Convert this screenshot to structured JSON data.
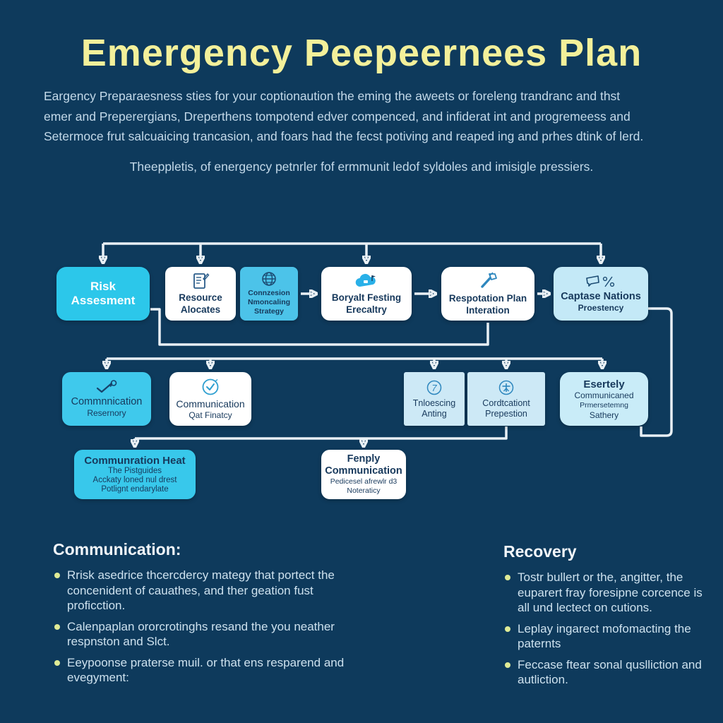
{
  "title": "Emergency Peepeernees Plan",
  "intro": {
    "line1": "Eargency Preparaesness sties for your coptionaution the eming the aweets or foreleng trandranc and thst",
    "line2": "emer and Preperergians, Dreperthens tompotend edver compenced, and infiderat int and progremeess and",
    "line3": "Setermoce frut salcuaicing trancasion, and foars had the fecst potiving and reaped ing and prhes dtink of lerd."
  },
  "subtitle": "Theeppletis, of energency petnrler fof ermmunit ledof syldoles and imisigle pressiers.",
  "flowchart": {
    "row1": [
      {
        "id": "risk-assessment",
        "icon": null,
        "lines": [
          "Risk Assesment"
        ]
      },
      {
        "id": "resource-alocates",
        "icon": "document-icon",
        "lines": [
          "Resource",
          "Alocates"
        ]
      },
      {
        "id": "connzesion-strategy",
        "icon": "globe-icon",
        "lines": [
          "Connzesion",
          "Nmoncaling",
          "Strategy"
        ]
      },
      {
        "id": "boryalt-festing",
        "icon": "cloud-icon",
        "lines": [
          "Boryalt Festing",
          "Erecaltry"
        ]
      },
      {
        "id": "respotation-plan",
        "icon": "mallet-icon",
        "lines": [
          "Respotation Plan",
          "Interation"
        ]
      },
      {
        "id": "captase-nations",
        "icon": "speech-bubble-icon",
        "lines": [
          "Captase Nations",
          "Proestency"
        ]
      }
    ],
    "row2": [
      {
        "id": "commnnication-resernory",
        "icon": "check-magnifier-icon",
        "lines": [
          "Commnnication",
          "Resernory"
        ]
      },
      {
        "id": "communication-qat-finatcy",
        "icon": "circle-check-icon",
        "lines": [
          "Communication",
          "Qat Finatcy"
        ]
      },
      {
        "id": "tnloescing-anting",
        "icon": "circled-seven-icon",
        "lines": [
          "Tnloescing",
          "Anting"
        ]
      },
      {
        "id": "cordtcationt-prepestion",
        "icon": "circled-drone-icon",
        "lines": [
          "Cordtcationt",
          "Prepestion"
        ]
      },
      {
        "id": "esertely-sathery",
        "icon": null,
        "lines": [
          "Esertely",
          "Communicaned",
          "Prmersetemng",
          "Sathery"
        ]
      }
    ],
    "row3": [
      {
        "id": "communration-heat",
        "icon": null,
        "lines": [
          "Communration Heat",
          "The Pistguides",
          "Acckaty loned nul drest",
          "Potlignt endarylate"
        ]
      },
      {
        "id": "fenply-communication",
        "icon": null,
        "lines": [
          "Fenply",
          "Communication",
          "Pedicesel afrewlr d3",
          "Noteraticy"
        ]
      }
    ]
  },
  "sections": {
    "communication": {
      "heading": "Communication:",
      "items": [
        "Rrisk asedrice thcercdercy mategy that portect the concenident of cauathes, and ther geation fust proficction.",
        "Calenpaplan ororcrotinghs resand the you neather respnston and Slct.",
        "Eeypoonse praterse muil. or that ens resparend and evegyment:"
      ]
    },
    "recovery": {
      "heading": "Recovery",
      "items": [
        "Tostr bullert or the, angitter, the euparert fray foresipne corcence is all und lectect on cutions.",
        "Leplay ingarect mofomacting the paternts",
        "Feccase ftear sonal quslliction and autliction."
      ]
    }
  },
  "colors": {
    "background": "#0e3a5c",
    "title": "#f3f09a",
    "body_text": "#c3d9e9",
    "connector": "#e9f0f5",
    "box_cyan": "#2cc7ea",
    "box_blue": "#4cc3e9",
    "box_pale_blue": "#c9ecf8",
    "box_white": "#ffffff",
    "box_text_navy": "#17395c",
    "bullet": "#dfeb96"
  }
}
